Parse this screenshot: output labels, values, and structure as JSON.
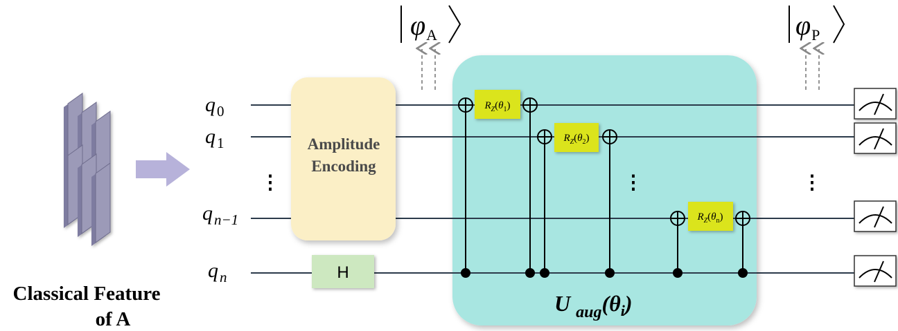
{
  "left_panel": {
    "caption_line1": "Classical Feature",
    "caption_line2": "of A"
  },
  "qubits": [
    {
      "name": "q",
      "sub": "0"
    },
    {
      "name": "q",
      "sub": "1"
    },
    {
      "name": "q",
      "sub": "n−1"
    },
    {
      "name": "q",
      "sub": "n"
    }
  ],
  "ellipsis": "⋮",
  "encoding_block": {
    "line1": "Amplitude",
    "line2": "Encoding"
  },
  "hadamard_label": "H",
  "state_labels": {
    "a": {
      "symbol": "φ",
      "sub": "A"
    },
    "p": {
      "symbol": "φ",
      "sub": "P"
    }
  },
  "rz_gates": [
    {
      "base": "R",
      "sub": "Z",
      "theta": "θ",
      "index": "1"
    },
    {
      "base": "R",
      "sub": "Z",
      "theta": "θ",
      "index": "2"
    },
    {
      "base": "R",
      "sub": "Z",
      "theta": "θ",
      "index": "n"
    }
  ],
  "unitary_label": {
    "U": "U",
    "sub": "aug",
    "arg": "(θ",
    "arg_sub": "i",
    "close": ")"
  },
  "colors": {
    "wire": "#2b3a4a",
    "encoding_fill": "#fbefc6",
    "hadamard_fill": "#cde8c0",
    "unitary_fill": "#a8e6e1",
    "rz_fill": "#dbe41c",
    "arrow_fill": "#b7b2da",
    "card_fill": "#9c9ab8"
  }
}
